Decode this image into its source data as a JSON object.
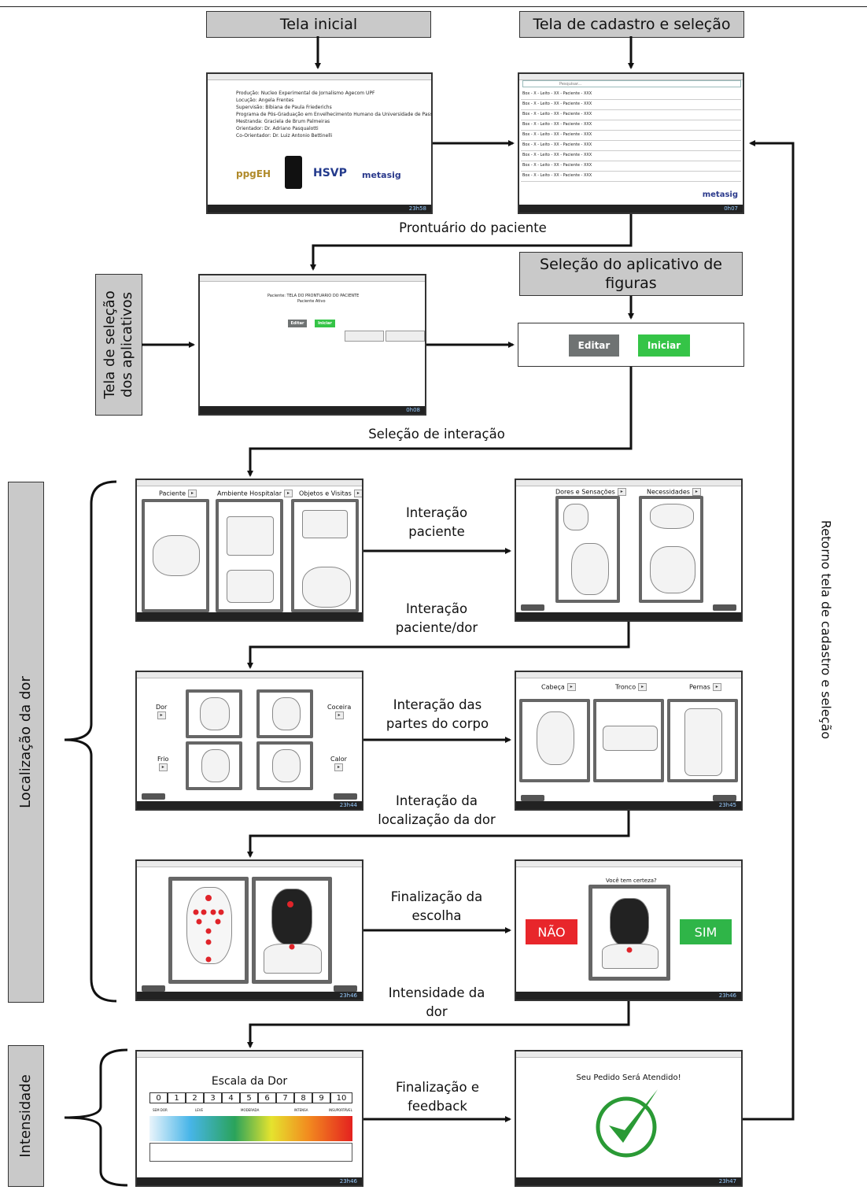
{
  "headers": {
    "tela_inicial": "Tela  inicial",
    "tela_cadastro": "Tela de cadastro e seleção",
    "selecao_aplicativo": "Seleção do aplicativo de figuras"
  },
  "side_labels": {
    "tela_selecao": "Tela de seleção dos aplicativos",
    "localizacao": "Localização da dor",
    "intensidade": "Intensidade",
    "retorno": "Retorno tela de cadastro e seleção"
  },
  "flow_labels": {
    "prontuario": "Prontuário do paciente",
    "selecao_interacao": "Seleção de interação",
    "interacao_paciente": "Interação paciente",
    "interacao_paciente_dor": "Interação paciente/dor",
    "interacao_partes": "Interação  das partes do corpo",
    "interacao_localizacao": "Interação da localização da dor",
    "finalizacao_escolha": "Finalização da escolha",
    "intensidade_dor": "Intensidade da dor",
    "finalizacao_feedback": "Finalização e feedback"
  },
  "screen_initial": {
    "credits": [
      "Produção: Nucleo Experimental de Jornalismo Agecom UPF",
      "Locução: Angela Frentes",
      "Supervisão: Bibiana de Paula Friederichs",
      "Programa de Pós-Graduação em Envelhecimento Humano da Universidade de Passo Fundo",
      "Mestranda: Graciela de Brum Palmeiras",
      "Orientador: Dr. Adriano Pasqualotti",
      "Co-Orientador: Dr. Luiz Antonio Bettinelli"
    ],
    "logos": [
      "ppgEH",
      "HSVP",
      "metasig"
    ],
    "clock": "23h58"
  },
  "screen_cadastro": {
    "search_placeholder": "Pesquisar...",
    "rows": [
      "Box - X - Leito - XX - Paciente - XXX",
      "Box - X - Leito - XX - Paciente - XXX",
      "Box - X - Leito - XX - Paciente - XXX",
      "Box - X - Leito - XX - Paciente - XXX",
      "Box - X - Leito - XX - Paciente - XXX",
      "Box - X - Leito - XX - Paciente - XXX",
      "Box - X - Leito - XX - Paciente - XXX",
      "Box - X - Leito - XX - Paciente - XXX",
      "Box - X - Leito - XX - Paciente - XXX"
    ],
    "logo": "metasig",
    "clock": "0h07"
  },
  "screen_prontuario": {
    "title": "Paciente: TELA DO PRONTUARIO DO PACIENTE",
    "subtitle": "Paciente Ativo",
    "editar": "Editar",
    "iniciar": "Iniciar",
    "clock": "0h08"
  },
  "screen_selecao": {
    "editar": "Editar",
    "iniciar": "Iniciar"
  },
  "screen_interacao_paciente": {
    "categories": [
      "Paciente",
      "Ambiente Hospitalar",
      "Objetos e Visitas"
    ]
  },
  "screen_dores": {
    "categories": [
      "Dores e Sensações",
      "Necessidades"
    ]
  },
  "screen_sensacoes": {
    "labels": [
      "Dor",
      "Coceira",
      "Frio",
      "Calor"
    ],
    "clock": "23h44"
  },
  "screen_partes": {
    "categories": [
      "Cabeça",
      "Tronco",
      "Pernas"
    ],
    "clock": "23h45"
  },
  "screen_confirmacao": {
    "question": "Você tem certeza?",
    "nao": "NÃO",
    "sim": "SIM",
    "clock": "23h46"
  },
  "screen_escala": {
    "title": "Escala da Dor",
    "numbers": [
      "0",
      "1",
      "2",
      "3",
      "4",
      "5",
      "6",
      "7",
      "8",
      "9",
      "10"
    ],
    "bands": [
      "SEM DOR",
      "LEVE",
      "MODERADA",
      "INTENSA",
      "INSUPORTÁVEL"
    ],
    "clock": "23h46"
  },
  "screen_feedback": {
    "message": "Seu Pedido Será Atendido!",
    "clock": "23h47"
  },
  "colors": {
    "header_bg": "#c9c9c9",
    "editar_bg": "#6f7373",
    "iniciar_bg": "#35c447",
    "nao_bg": "#e8262b",
    "sim_bg": "#2fb548",
    "marker": "#e0242a",
    "check": "#2a9a35"
  }
}
